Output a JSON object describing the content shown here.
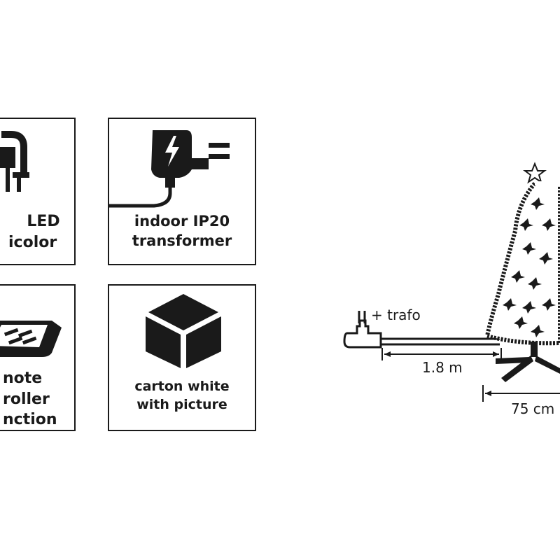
{
  "tiles": {
    "led": {
      "line1": "LED",
      "line2": "icolor"
    },
    "transformer": {
      "line1": "indoor IP20",
      "line2": "transformer"
    },
    "remote": {
      "line1": "note",
      "line2": "roller",
      "line3": "nction"
    },
    "carton": {
      "line1": "carton white",
      "line2": "with picture"
    }
  },
  "diagram": {
    "trafo_label": "+ trafo",
    "cable_length": "1.8 m",
    "base_width": "75 cm"
  }
}
